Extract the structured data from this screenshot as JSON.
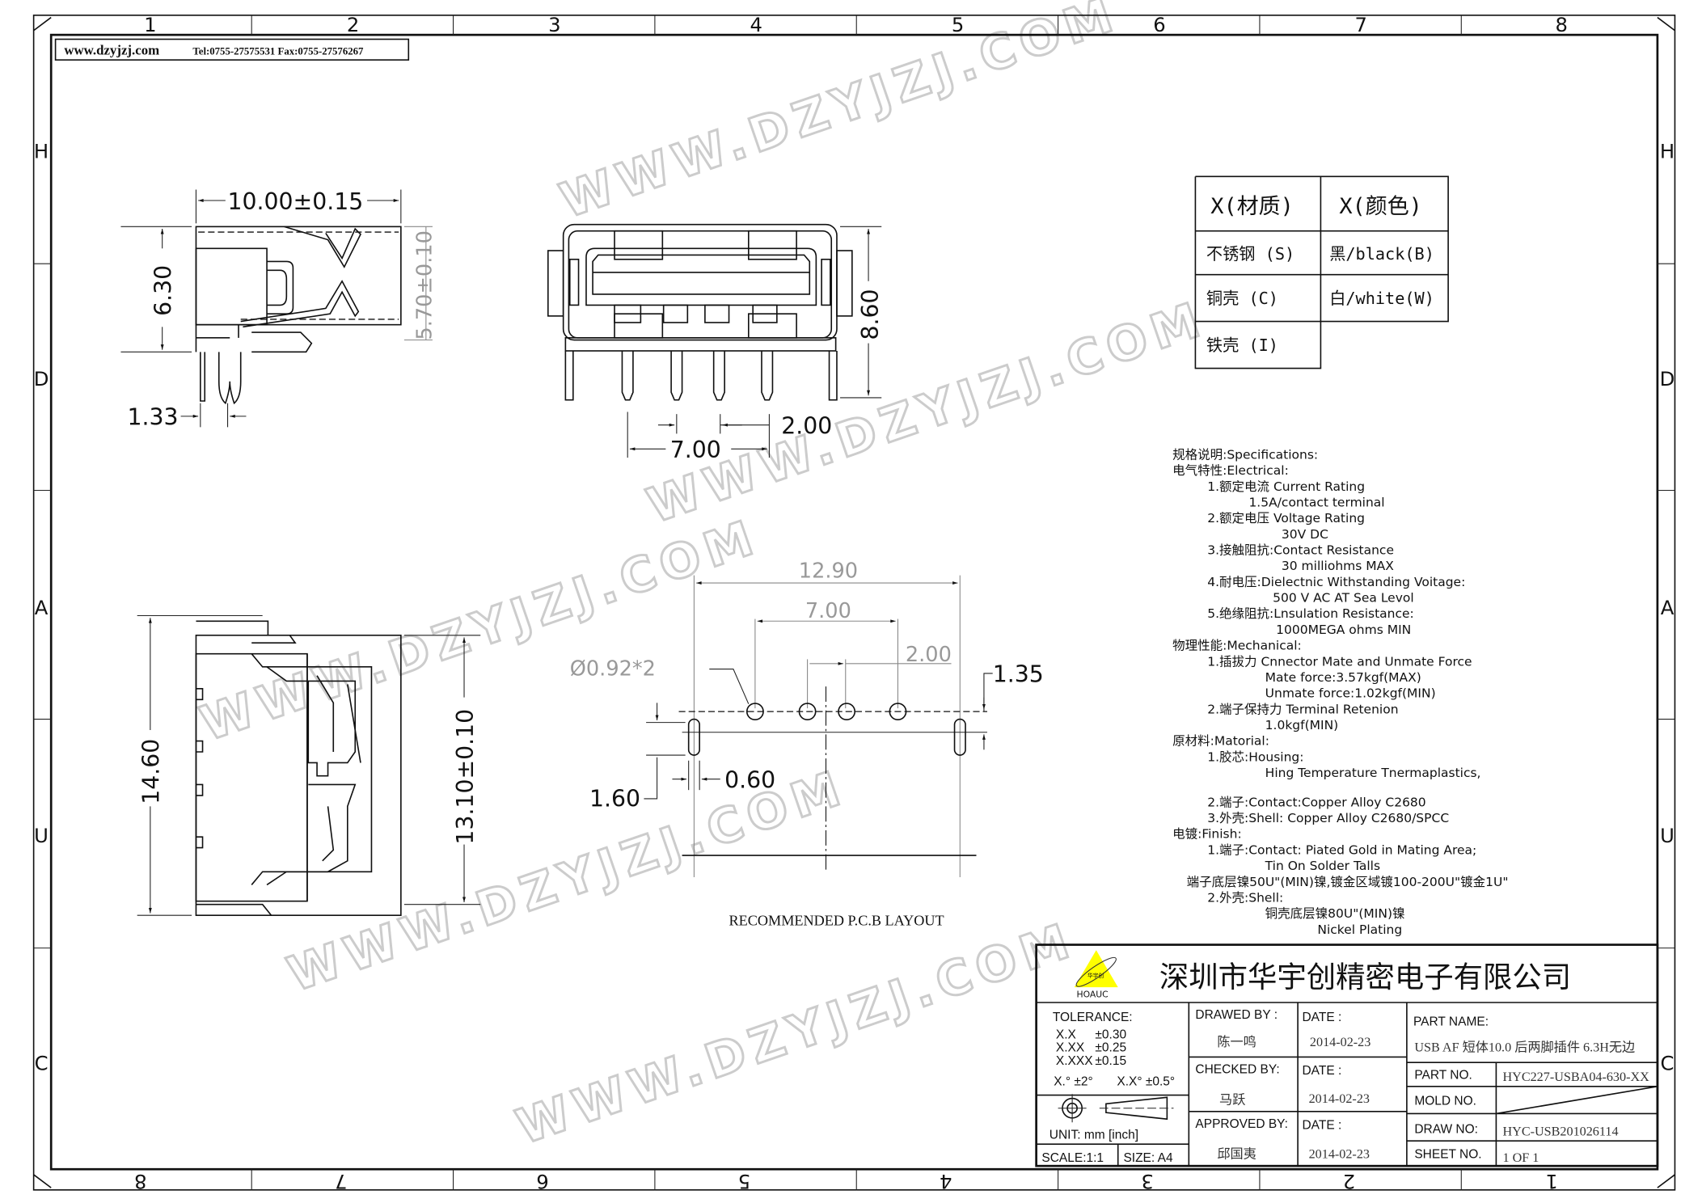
{
  "frame": {
    "column_labels_top": [
      "1",
      "2",
      "3",
      "4",
      "5",
      "6",
      "7",
      "8"
    ],
    "column_labels_bottom": [
      "8",
      "7",
      "6",
      "5",
      "4",
      "3",
      "2",
      "1"
    ],
    "row_labels": [
      "H",
      "D",
      "A",
      "U",
      "C"
    ]
  },
  "header": {
    "website": "www.dzyjzj.com",
    "contact": "Tel:0755-27575531  Fax:0755-27576267"
  },
  "watermark": "WWW.DZYJZJ.COM",
  "side_view": {
    "width_dim": "10.00±0.15",
    "height_dim": "6.30",
    "inner_height_dim": "5.70±0.10",
    "pin_dim": "1.33"
  },
  "front_view": {
    "height_dim": "8.60",
    "pitch_dim": "2.00",
    "span_dim": "7.00"
  },
  "top_view": {
    "length_dim": "14.60",
    "inner_length_dim": "13.10±0.10"
  },
  "pcb_layout": {
    "overall_dim": "12.90",
    "span_dim": "7.00",
    "pitch_dim": "2.00",
    "hole_dim": "Ø0.92*2",
    "offset_dim": "1.35",
    "slot_length_dim": "1.60",
    "slot_width_dim": "0.60",
    "caption": "RECOMMENDED   P.C.B  LAYOUT"
  },
  "material_table": {
    "headers": [
      "X(材质)",
      "X(颜色)"
    ],
    "materials": [
      "不锈钢 (S)",
      "铜壳 (C)",
      "铁壳 (I)"
    ],
    "colors": [
      "黑/black(B)",
      "白/white(W)"
    ]
  },
  "specs": [
    {
      "indent": 0,
      "text": "规格说明:Specifications:"
    },
    {
      "indent": 0,
      "text": "电气特性:Electrical:"
    },
    {
      "indent": 1,
      "text": "1.额定电流 Current  Rating"
    },
    {
      "indent": 3,
      "text": "1.5A/contact  terminal"
    },
    {
      "indent": 1,
      "text": "2.额定电压 Voltage  Rating"
    },
    {
      "indent": 4,
      "text": "30V  DC"
    },
    {
      "indent": 1,
      "text": "3.接触阻抗:Contact  Resistance"
    },
    {
      "indent": 4,
      "text": "30  milliohms  MAX"
    },
    {
      "indent": 1,
      "text": "4.耐电压:Dielectnic  Withstanding  Voitage:"
    },
    {
      "indent": 3,
      "text": "500  V  AC  AT  Sea  Levol"
    },
    {
      "indent": 1,
      "text": "5.绝缘阻抗:Lnsulation  Resistance:"
    },
    {
      "indent": 3,
      "text": "1000MEGA  ohms  MIN"
    },
    {
      "indent": 0,
      "text": "物理性能:Mechanical:"
    },
    {
      "indent": 1,
      "text": "1.插拔力 Cnnector  Mate  and  Unmate  Force"
    },
    {
      "indent": 2,
      "text": "Mate  force:3.57kgf(MAX)"
    },
    {
      "indent": 2,
      "text": "Unmate  force:1.02kgf(MIN)"
    },
    {
      "indent": 1,
      "text": "2.端子保持力 Terminal  Retenion"
    },
    {
      "indent": 2,
      "text": "1.0kgf(MIN)"
    },
    {
      "indent": 0,
      "text": "原材料:Matorial:"
    },
    {
      "indent": 1,
      "text": "1.胶芯:Housing:"
    },
    {
      "indent": 2,
      "text": "Hing  Temperature    Tnermaplastics,"
    },
    {
      "indent": 1,
      "text": "2.端子:Contact:Copper  Alloy  C2680"
    },
    {
      "indent": 1,
      "text": "3.外壳:Shell:  Copper  Alloy  C2680/SPCC"
    },
    {
      "indent": 0,
      "text": "电镀:Finish:"
    },
    {
      "indent": 1,
      "text": "1.端子:Contact:  Piated  Gold  in  Mating  Area;"
    },
    {
      "indent": 2,
      "text": "Tin  On  Solder  Talls"
    },
    {
      "indent": 0,
      "text": "端子底层镍50U\"(MIN)镍,镀金区域镀100-200U\"镀金1U\""
    },
    {
      "indent": 1,
      "text": "2.外壳:Shell:"
    },
    {
      "indent": 2,
      "text": "铜壳底层镍80U\"(MIN)镍"
    },
    {
      "indent": 3,
      "text": "Nickel  Plating"
    }
  ],
  "title_block": {
    "company": "深圳市华宇创精密电子有限公司",
    "logo_text": "华宇创",
    "logo_brand": "HOAUC",
    "logo_color": "#ffff00",
    "tolerance_label": "TOLERANCE:",
    "tolerances": [
      {
        "key": "X.X",
        "value": "±0.30"
      },
      {
        "key": "X.XX",
        "value": "±0.25"
      },
      {
        "key": "X.XXX",
        "value": "±0.15"
      }
    ],
    "angle_tol_1": "X.°  ±2°",
    "angle_tol_2": "X.X°  ±0.5°",
    "unit": "UNIT:  mm  [inch]",
    "scale": "SCALE:1:1",
    "size": "SIZE:  A4",
    "drawed_by_label": "DRAWED  BY  :",
    "drawed_by": "陈一鸣",
    "checked_by_label": "CHECKED  BY:",
    "checked_by": "马跃",
    "approved_by_label": "APPROVED  BY:",
    "approved_by": "邱国夷",
    "date_label": "DATE  :",
    "dates": [
      "2014-02-23",
      "2014-02-23",
      "2014-02-23"
    ],
    "part_name_label": "PART  NAME:",
    "part_name": "USB  AF  短体10.0  后两脚插件  6.3H无边",
    "part_no_label": "PART  NO.",
    "part_no": "HYC227-USBA04-630-XX",
    "mold_no_label": "MOLD  NO.",
    "draw_no_label": "DRAW  NO:",
    "draw_no": "HYC-USB201026114",
    "sheet_no_label": "SHEET  NO.",
    "sheet_no": "1  OF  1"
  }
}
